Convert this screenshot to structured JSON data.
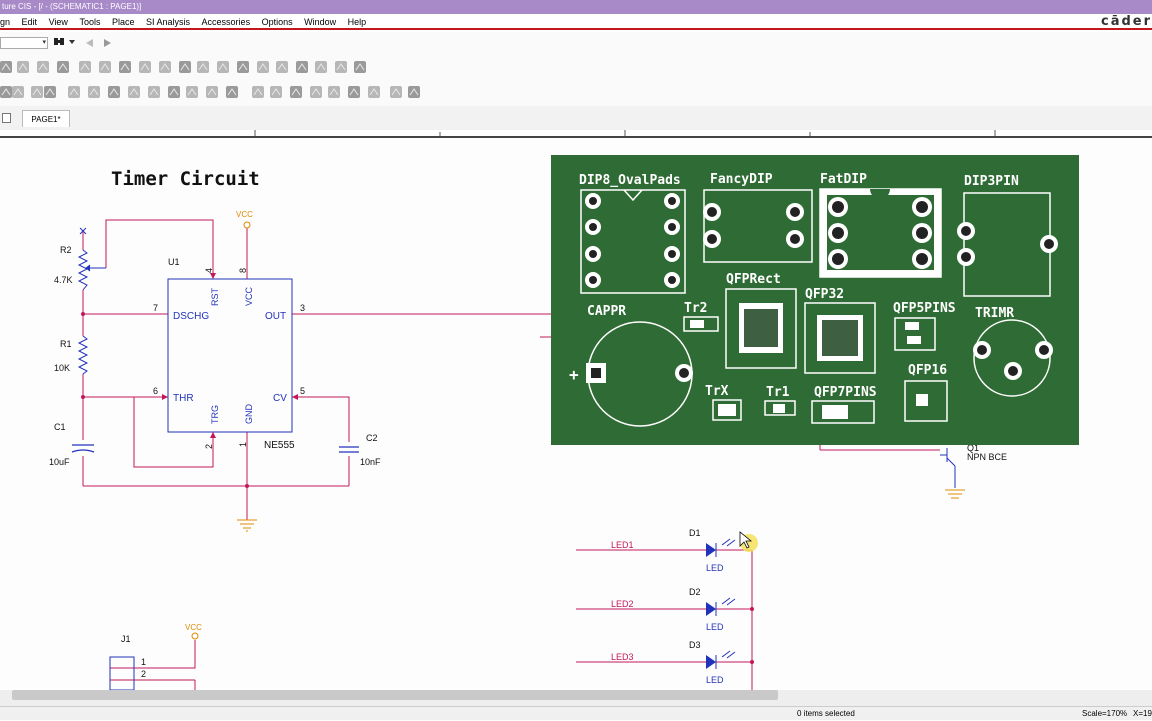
{
  "window": {
    "title": "ture CIS - [/ - (SCHEMATIC1 : PAGE1)]",
    "brand": "cāder"
  },
  "menu": [
    "gn",
    "Edit",
    "View",
    "Tools",
    "Place",
    "SI Analysis",
    "Accessories",
    "Options",
    "Window",
    "Help"
  ],
  "tab": {
    "label": "PAGE1*"
  },
  "status": {
    "selection": "0 items selected",
    "scale": "Scale=170%",
    "coord": "X=19"
  },
  "schematic": {
    "title": "Timer Circuit",
    "ic": {
      "ref": "U1",
      "part": "NE555",
      "pins": {
        "rst": "RST",
        "vcc": "VCC",
        "dschg": "DSCHG",
        "out": "OUT",
        "thr": "THR",
        "cv": "CV",
        "trg": "TRG",
        "gnd": "GND"
      },
      "pin_numbers": {
        "p4": "4",
        "p8": "8",
        "p7": "7",
        "p3": "3",
        "p6": "6",
        "p5": "5",
        "p2": "2",
        "p1": "1"
      }
    },
    "vcc1": "VCC",
    "r2": {
      "ref": "R2",
      "value": "4.7K"
    },
    "r1": {
      "ref": "R1",
      "value": "10K"
    },
    "c1": {
      "ref": "C1",
      "value": "10uF"
    },
    "c2": {
      "ref": "C2",
      "value": "10nF"
    },
    "q1": {
      "ref": "Q1",
      "value": "NPN BCE"
    },
    "j1": {
      "ref": "J1",
      "pin1": "1",
      "pin2": "2"
    },
    "vcc2": "VCC",
    "leds": [
      {
        "net": "LED1",
        "ref": "D1",
        "value": "LED"
      },
      {
        "net": "LED2",
        "ref": "D2",
        "value": "LED"
      },
      {
        "net": "LED3",
        "ref": "D3",
        "value": "LED"
      }
    ]
  },
  "pcb": {
    "labels": {
      "dip8": "DIP8_OvalPads",
      "fancydip": "FancyDIP",
      "fatdip": "FatDIP",
      "dip3pin": "DIP3PIN",
      "qfprect": "QFPRect",
      "cappr": "CAPPR",
      "tr2": "Tr2",
      "qfp32": "QFP32",
      "qfp5pins": "QFP5PINS",
      "trimr": "TRIMR",
      "plus": "+",
      "trx": "TrX",
      "tr1": "Tr1",
      "qfp7pins": "QFP7PINS",
      "qfp16": "QFP16"
    },
    "colors": {
      "board": "#2f6b34",
      "silk": "#ffffff",
      "pad": "#222222"
    }
  },
  "colors": {
    "wire": "#c2185b",
    "part": "#2233bb",
    "junction": "#c2185b",
    "vcc": "#e08a00",
    "titlebar": "#a98ac9",
    "accent": "#c0181c"
  }
}
